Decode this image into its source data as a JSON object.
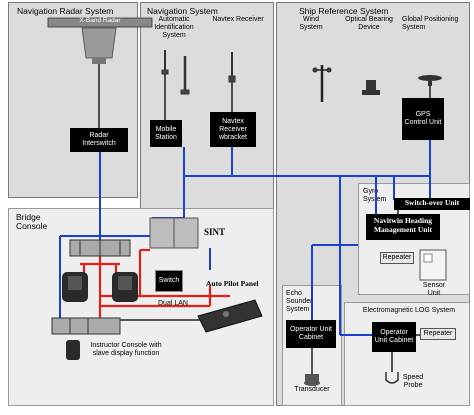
{
  "panels": {
    "navigation_radar": "Navigation Radar System",
    "navigation": "Navigation System",
    "ship_reference": "Ship Reference System",
    "bridge_console": "Bridge Console",
    "gyro": "Gyro System",
    "echo_sounder": "Echo Sounder System",
    "electromagnetic_log": "Electromagnetic LOG System"
  },
  "components": {
    "xband_radar": "X-Band Radar",
    "radar_interswitch": "Radar Interswitch",
    "ais": "Automatic Identification System",
    "navtex_receiver": "Navtex Receiver",
    "mobile_station": "Mobile Station",
    "navtex_receiver_bracket": "Navtex Receiver wbracket",
    "wind_system": "Wind System",
    "optical_bearing": "Optical Bearing Device",
    "gps": "Global Positioning System",
    "gps_control_unit": "GPS Control Unit",
    "switch_over_unit": "Switch-over Unit",
    "navitwin": "Navitwin Heading Management Unit",
    "repeater_gyro": "Repeater",
    "sensor_unit": "Sensor Unit",
    "sint": "SINT",
    "switch": "Switch",
    "auto_pilot_panel": "Auto Pilot Panel",
    "dual_lan": "Dual LAN",
    "instructor_console": "Instructor Console with slave display function",
    "echo_operator_unit": "Operator Unit Cabinet",
    "transducer": "Transducer",
    "log_operator_unit": "Operator Unit Cabinet",
    "repeater_log": "Repeater",
    "speed_probe": "Speed Probe"
  },
  "colors": {
    "blue_link": "#1a3fd6",
    "red_link": "#e0201a",
    "panel_fill": "#dcdcdc"
  }
}
